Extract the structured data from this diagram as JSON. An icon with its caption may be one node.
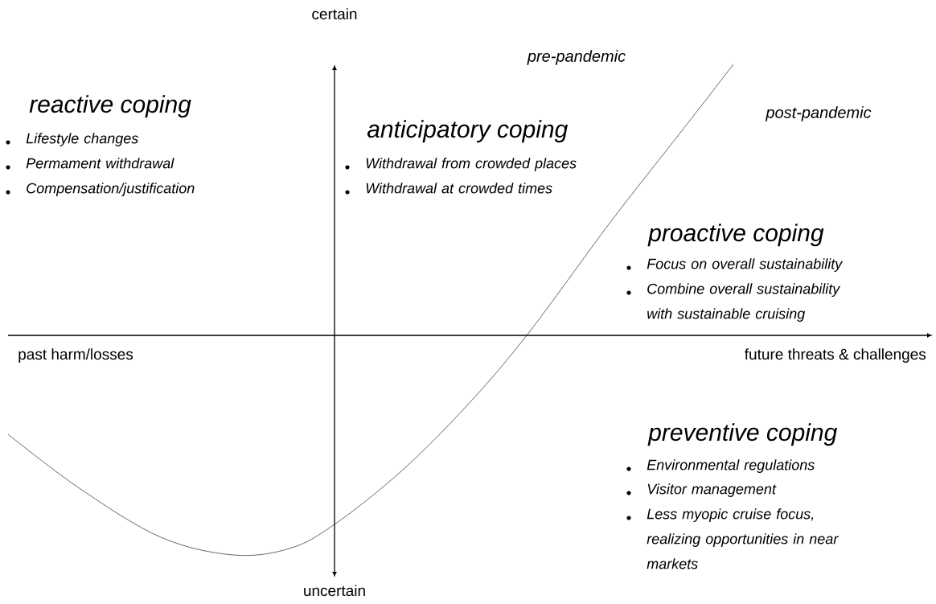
{
  "diagram": {
    "labels": [
      "certain",
      "pre-pandemic",
      "reactive coping",
      "Lifestyle changes",
      "Permament withdrawal",
      "Compensation/justification",
      "post-pandemic",
      "anticipatory coping",
      "Withdrawal from crowded places",
      "Withdrawal at crowded times",
      "proactive coping",
      "Focus on overall sustainability",
      "Combine overall sustainability with sustainable cruising",
      "past harm/losses",
      "future threats & challenges",
      "preventive coping",
      "Environmental regulations",
      "Visitor management",
      "Less myopic cruise focus, realizing opportunities in near markets",
      "uncertain"
    ]
  }
}
